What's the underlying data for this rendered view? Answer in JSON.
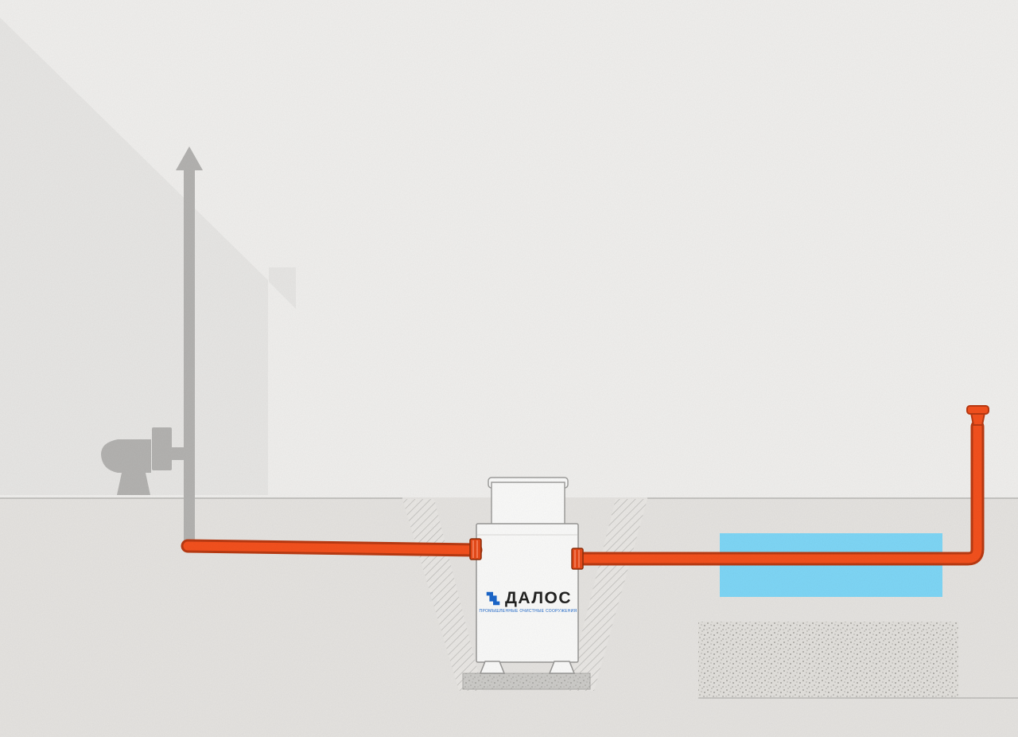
{
  "diagram": {
    "kind": "septic-tank-installation-scheme"
  },
  "tank_label": {
    "brand": "ДАЛОС",
    "tagline": "ПРОМЫШЛЕННЫЕ ОЧИСТНЫЕ СООРУЖЕНИЯ"
  },
  "colors": {
    "background_above": "#f1f0ee",
    "background_below": "#e6e4e1",
    "house": "#e8e7e5",
    "gray_pipe": "#b4b3b1",
    "pipe_orange": "#f4511e",
    "pipe_orange_dark": "#b93a12",
    "coupling_orange": "#e64a19",
    "water_blue": "#7fd7f7",
    "tank_white": "#fbfbfa",
    "tank_outline": "#989795",
    "slab_gray": "#cdccc9",
    "ground_line": "#c6c5c2",
    "logo_blue": "#1b64c5"
  },
  "icons": {
    "vent_arrow": "upward-arrow",
    "toilet": "toilet-silhouette",
    "vent_cap": "mushroom-vent-cap",
    "logo": "dalos-brackets-mark"
  }
}
